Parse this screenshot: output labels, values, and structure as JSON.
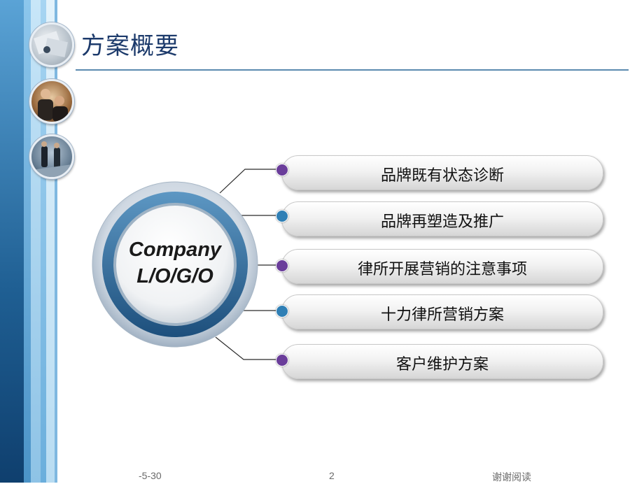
{
  "title": "方案概要",
  "center": {
    "line1": "Company",
    "line2": "L/O/G/O"
  },
  "items": [
    {
      "label": "品牌既有状态诊断",
      "bullet_color": "#6a3d9a"
    },
    {
      "label": "品牌再塑造及推广",
      "bullet_color": "#2f7fb5"
    },
    {
      "label": "律所开展营销的注意事项",
      "bullet_color": "#6a3d9a"
    },
    {
      "label": "十力律所营销方案",
      "bullet_color": "#2f7fb5"
    },
    {
      "label": "客户维护方案",
      "bullet_color": "#6a3d9a"
    }
  ],
  "footer": {
    "date": "-5-30",
    "page": "2",
    "note": "谢谢阅读"
  },
  "colors": {
    "title": "#1c3a6b",
    "strip_dark": "#1f5f93",
    "strip_light": "#9fd0ee",
    "ring": "#2d6e9e"
  },
  "photos": [
    "papers-photo",
    "business-people-photo",
    "walking-people-photo"
  ]
}
